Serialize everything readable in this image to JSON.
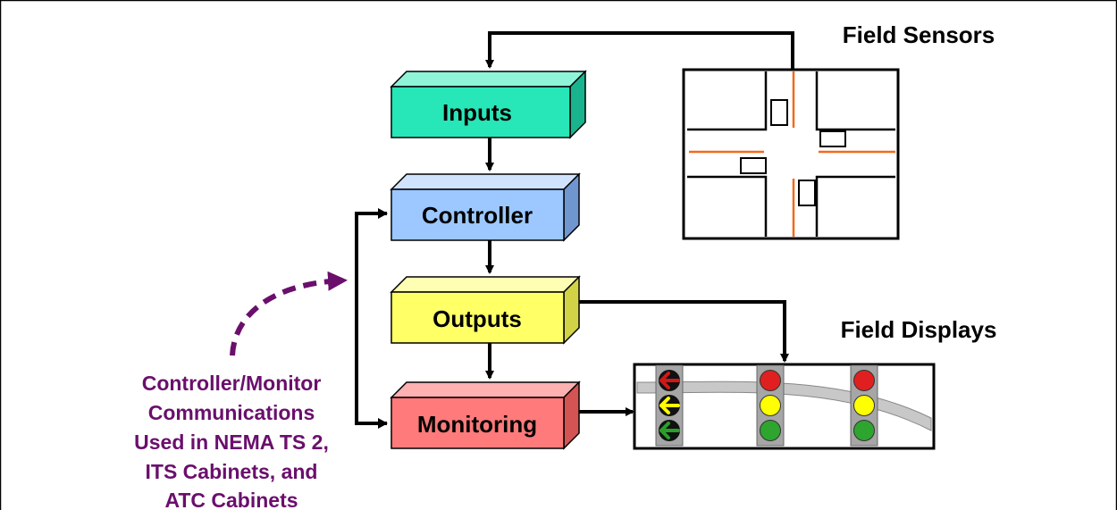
{
  "blocks": {
    "inputs": {
      "label": "Inputs",
      "front": "#27e6b8",
      "top": "#8ff3d8",
      "side": "#19b48e"
    },
    "controller": {
      "label": "Controller",
      "front": "#9cc8ff",
      "top": "#cfe3ff",
      "side": "#6f96cf"
    },
    "outputs": {
      "label": "Outputs",
      "front": "#ffff66",
      "top": "#ffffb3",
      "side": "#d2d246"
    },
    "monitoring": {
      "label": "Monitoring",
      "front": "#ff7a7a",
      "top": "#ffb0b0",
      "side": "#d45454"
    }
  },
  "field_sensors": {
    "title": "Field Sensors",
    "detector_color": "#f26a1b"
  },
  "field_displays": {
    "title": "Field Displays"
  },
  "communications": {
    "lines": [
      "Controller/Monitor",
      "Communications",
      "Used in NEMA TS 2,",
      "ITS Cabinets, and",
      "ATC Cabinets"
    ],
    "color": "#6a0f6c"
  },
  "signal_colors": {
    "red": "#e02020",
    "yellow": "#ffff00",
    "green": "#2ea52e",
    "arrow_red": "#d01818",
    "arrow_yellow": "#ffff00",
    "arrow_green": "#28a028",
    "housing": "#a6a6a6"
  }
}
